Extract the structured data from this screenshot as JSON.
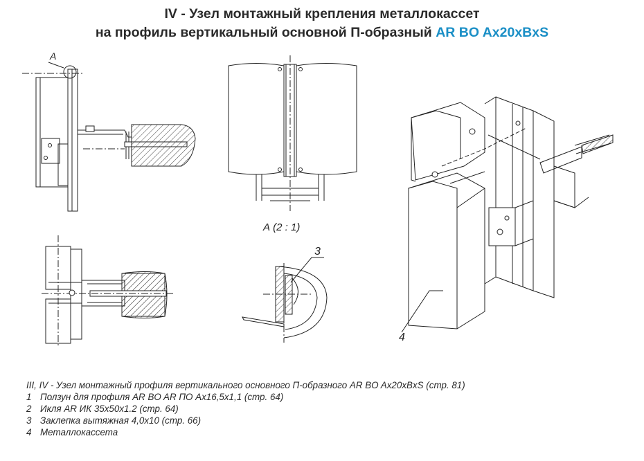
{
  "title": {
    "line1": "IV - Узел монтажный крепления металлокассет",
    "line2_prefix": "на профиль вертикальный основной П-образный ",
    "line2_code": "AR BO Ax20xBxS"
  },
  "callouts": {
    "view_a": "А",
    "detail_label": "А (2 : 1)",
    "part_3": "3",
    "part_4": "4"
  },
  "legend": [
    {
      "num": "",
      "text": "III, IV - Узел монтажный профиля вертикального основного П-образного AR BO Ax20xBxS (стр. 81)"
    },
    {
      "num": "1",
      "text": "Ползун для профиля AR BO AR ПО Ax16,5x1,1 (стр. 64)"
    },
    {
      "num": "2",
      "text": "Икля AR ИК 35x50x1.2 (стр. 64)"
    },
    {
      "num": "3",
      "text": "Заклепка вытяжная 4,0x10 (стр. 66)"
    },
    {
      "num": "4",
      "text": "Металлокассета"
    }
  ],
  "colors": {
    "accent": "#1b8fc6",
    "line": "#222222"
  }
}
